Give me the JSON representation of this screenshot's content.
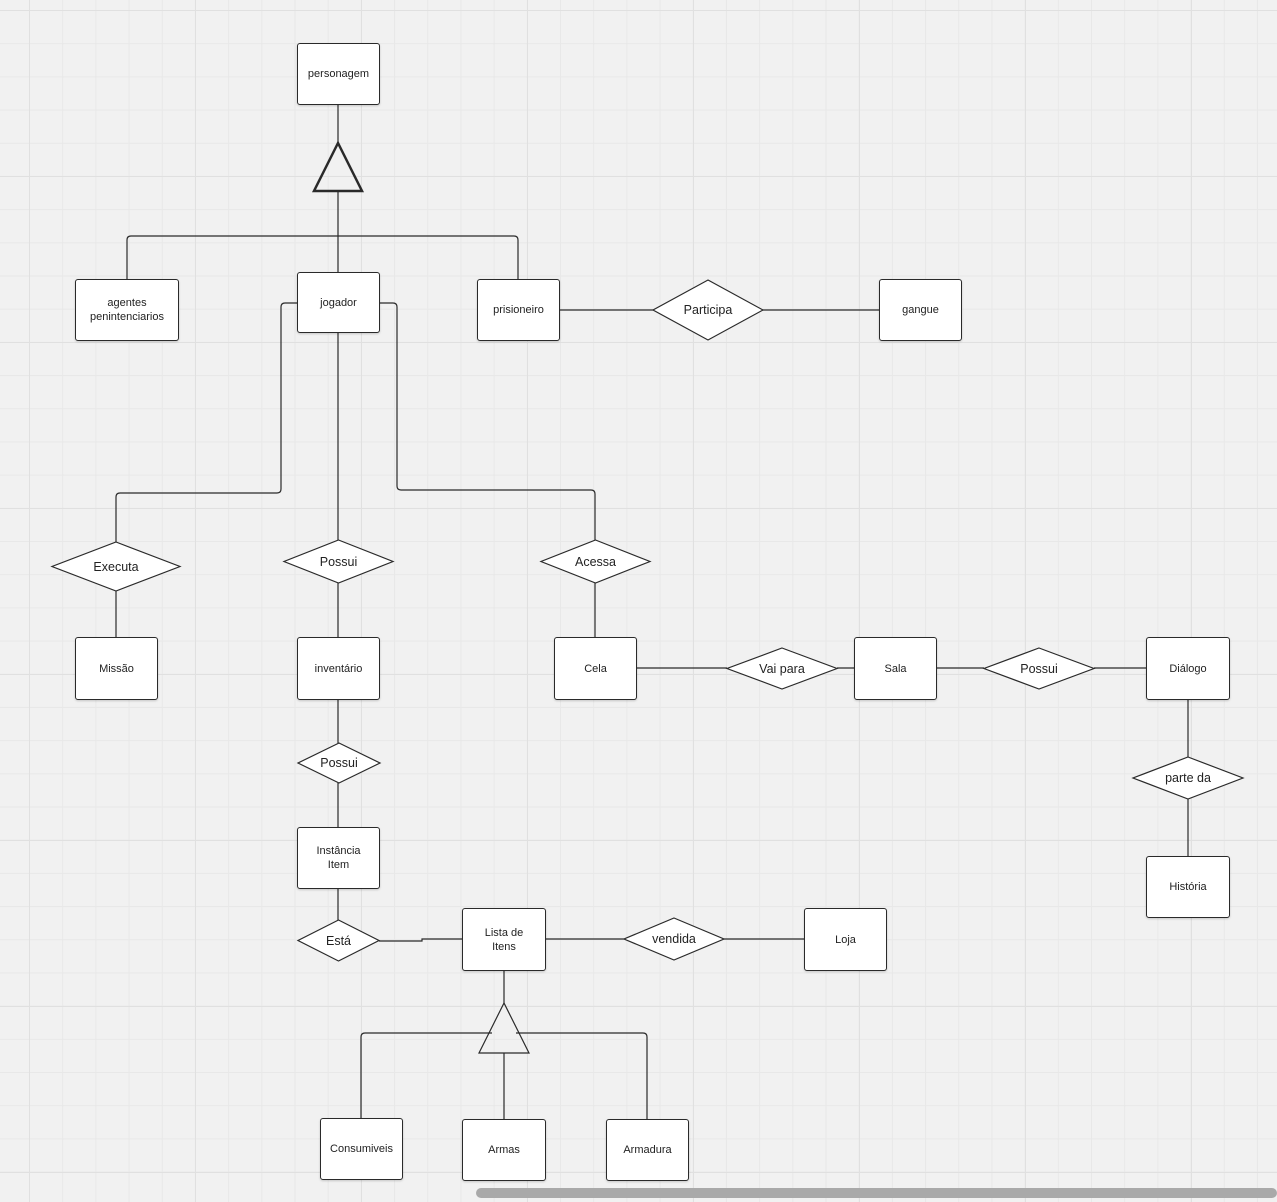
{
  "diagram": {
    "entities": {
      "personagem": "personagem",
      "agentes": "agentes\npenintenciarios",
      "jogador": "jogador",
      "prisioneiro": "prisioneiro",
      "gangue": "gangue",
      "missao": "Missão",
      "inventario": "inventário",
      "cela": "Cela",
      "sala": "Sala",
      "dialogo": "Diálogo",
      "historia": "História",
      "instancia_item": "Instância\nItem",
      "lista_itens": "Lista de\nItens",
      "loja": "Loja",
      "consumiveis": "Consumiveis",
      "armas": "Armas",
      "armadura": "Armadura"
    },
    "relationships": {
      "participa": "Participa",
      "executa": "Executa",
      "possui_jogador": "Possui",
      "acessa": "Acessa",
      "vai_para": "Vai para",
      "possui_sala": "Possui",
      "parte_da": "parte da",
      "possui_inventario": "Possui",
      "esta": "Está",
      "vendida": "vendida"
    }
  }
}
